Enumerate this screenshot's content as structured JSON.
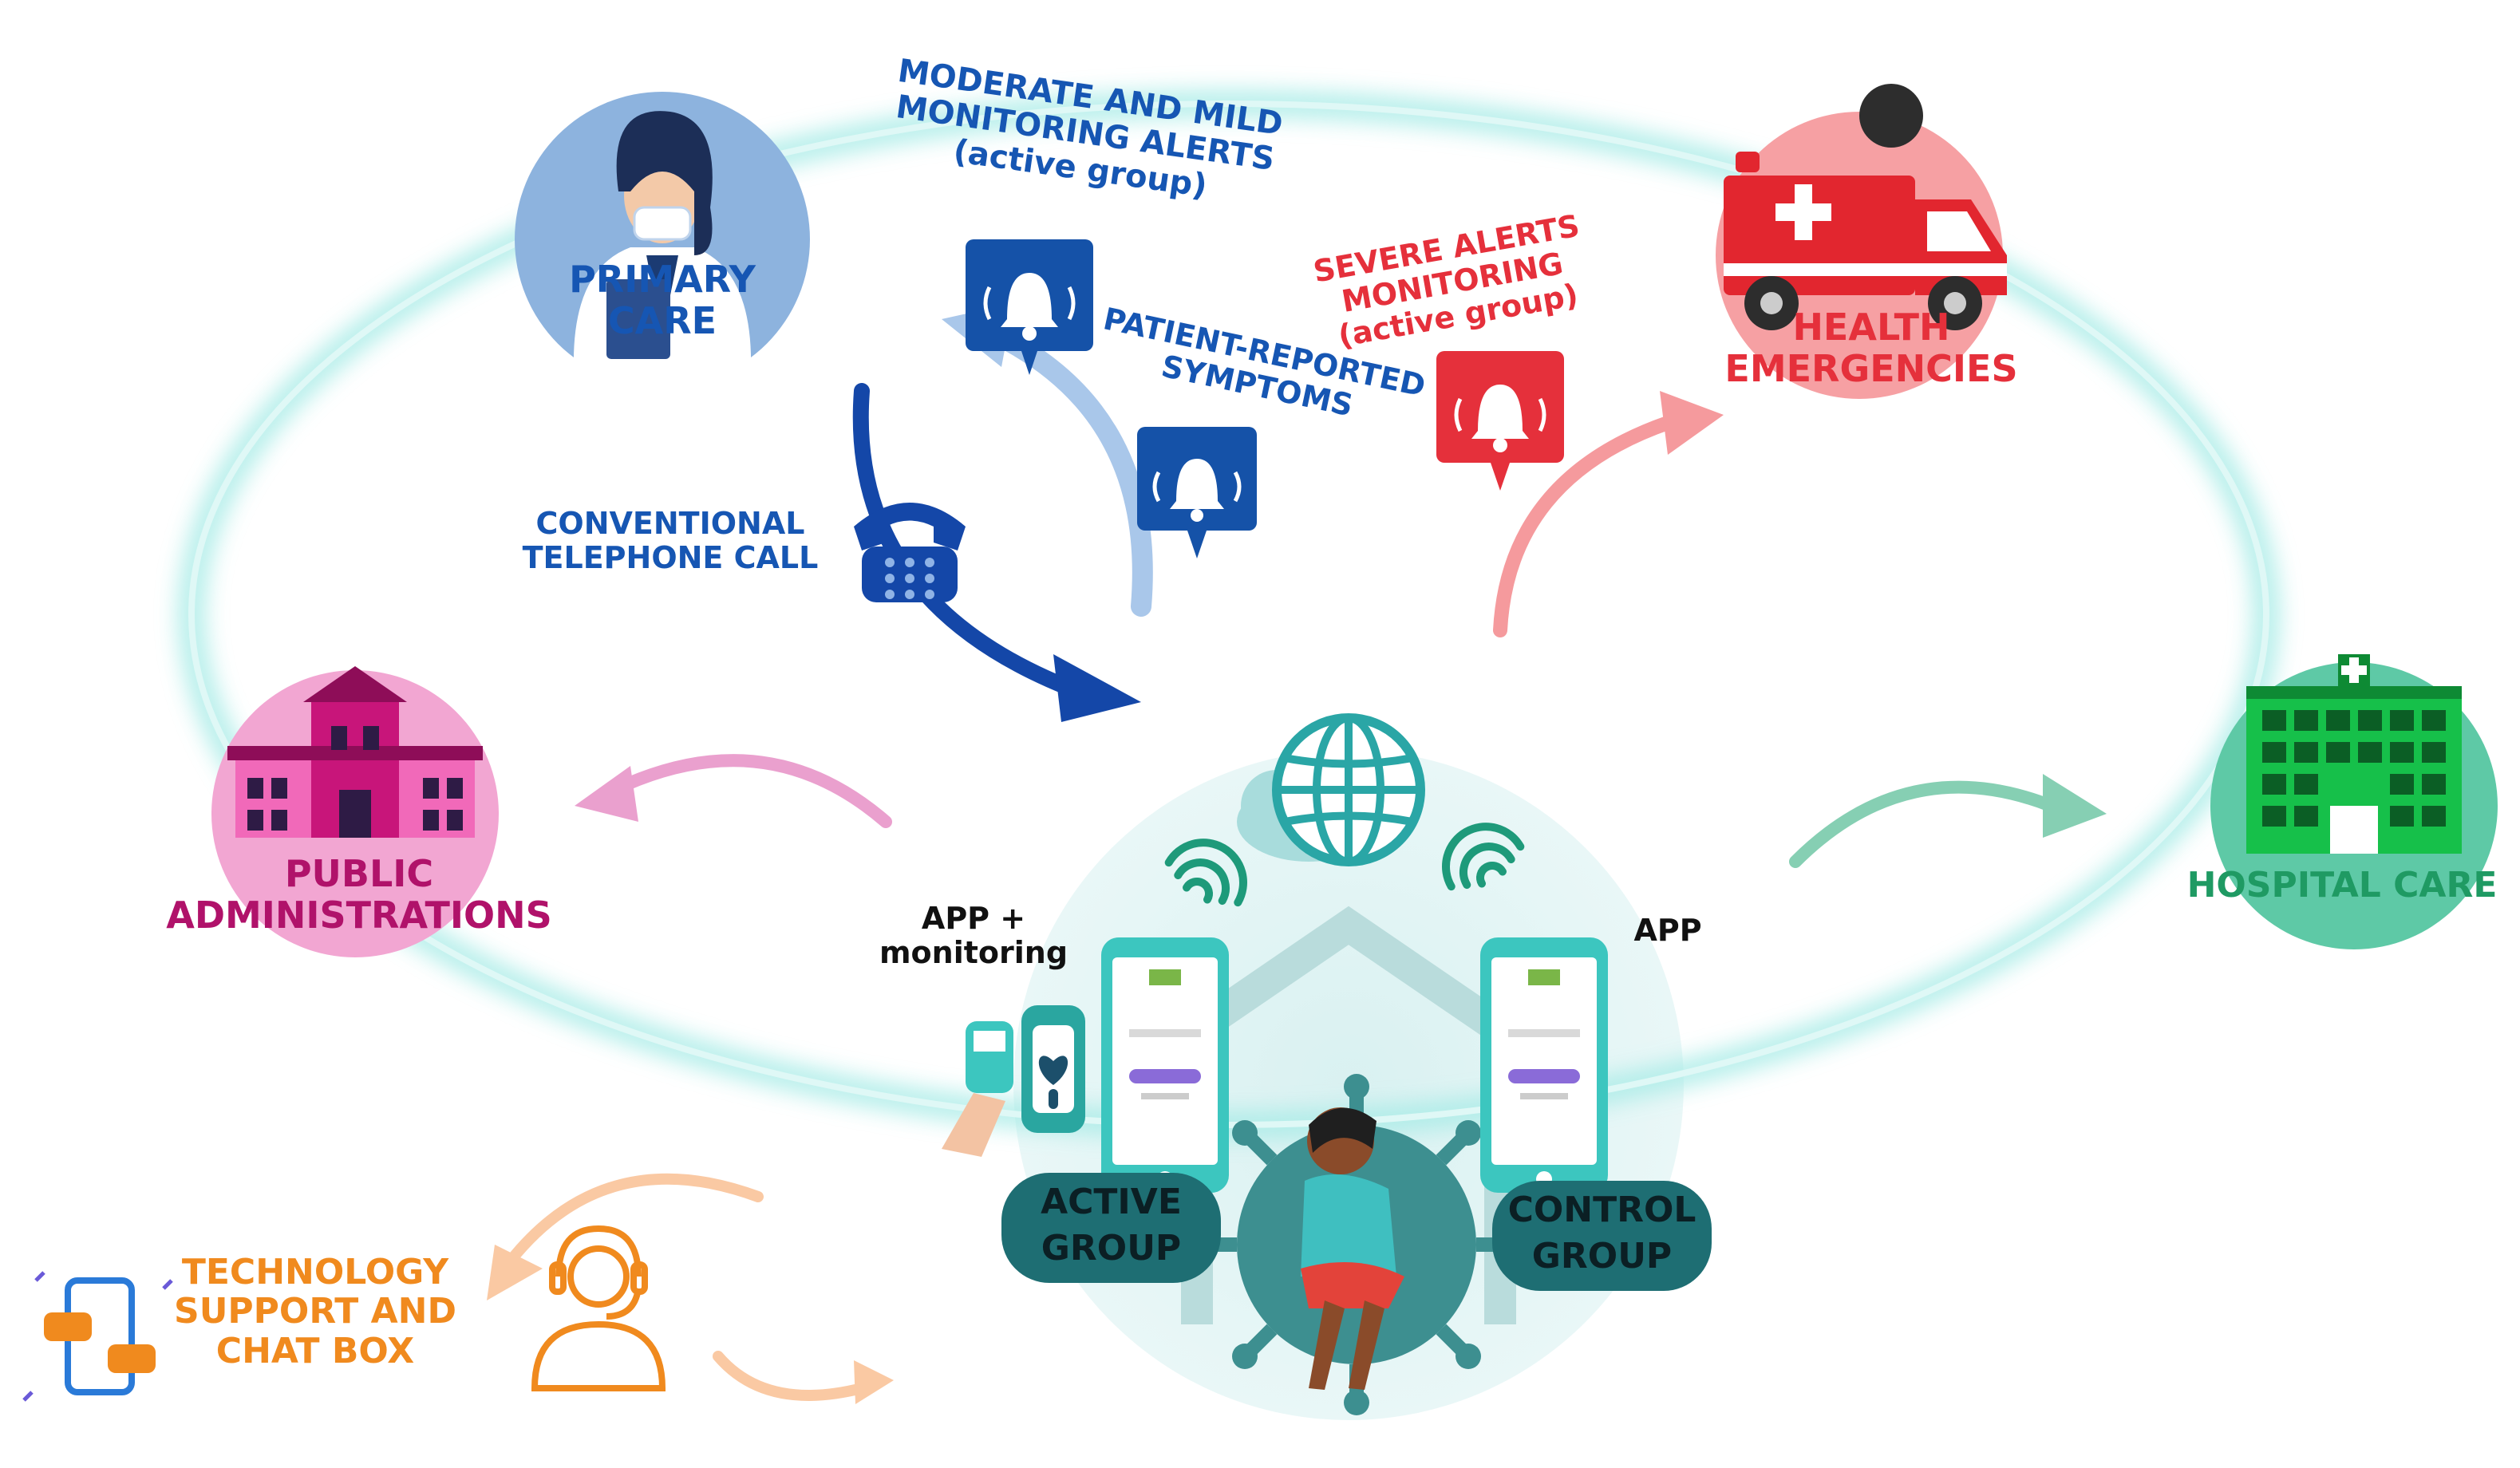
{
  "nodes": {
    "primary_care": "PRIMARY\nCARE",
    "health_emergencies": "HEALTH\nEMERGENCIES",
    "public_administrations": "PUBLIC\nADMINISTRATIONS",
    "hospital_care": "HOSPITAL CARE",
    "technology_support": "TECHNOLOGY\nSUPPORT AND\nCHAT BOX"
  },
  "labels": {
    "moderate_alerts": "MODERATE AND MILD\nMONITORING ALERTS\n(active group)",
    "severe_alerts": "SEVERE ALERTS\nMONITORING\n(active group)",
    "patient_reported": "PATIENT-REPORTED\nSYMPTOMS",
    "telephone_call": "CONVENTIONAL\nTELEPHONE CALL",
    "app_monitoring": "APP +\nmonitoring",
    "app": "APP"
  },
  "groups": {
    "active": "ACTIVE\nGROUP",
    "control": "CONTROL\nGROUP"
  },
  "colors": {
    "primary_care": "#7fa9d8",
    "health_emergencies": "#f28b8f",
    "public_administrations": "#ee8fc7",
    "hospital_care": "#4fbf9d",
    "loop": "#9fe3df",
    "group_pill": "#1e6e73",
    "alert_blue": "#1552a8",
    "alert_red": "#e5303b"
  },
  "icons": [
    "doctor-icon",
    "ambulance-icon",
    "building-icon",
    "hospital-icon",
    "globe-icon",
    "cloud-icon",
    "phone-icon",
    "bell-icon",
    "smartphone-icon",
    "smartwatch-icon",
    "wifi-icon",
    "headset-icon",
    "chat-phone-icon",
    "patient-icon"
  ]
}
